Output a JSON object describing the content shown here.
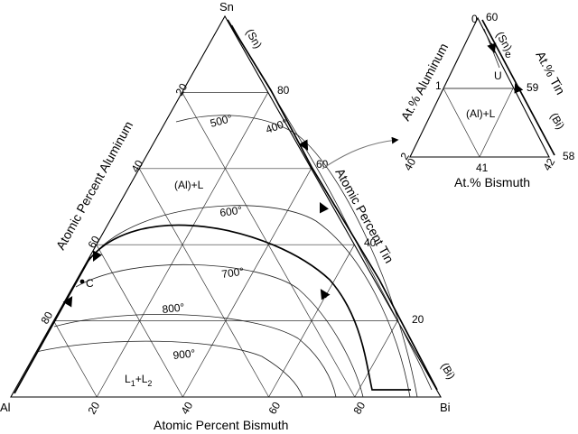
{
  "main": {
    "vertices": {
      "top": "Sn",
      "left": "Al",
      "right": "Bi"
    },
    "axis_titles": {
      "aluminum": "Atomic Percent Aluminum",
      "tin": "Atomic Percent Tin",
      "bismuth": "Atomic Percent Bismuth"
    },
    "ticks": {
      "aluminum": [
        "20",
        "40",
        "60",
        "80"
      ],
      "tin": [
        "80",
        "60",
        "40",
        "20"
      ],
      "bismuth": [
        "20",
        "40",
        "60",
        "80"
      ]
    },
    "isotherms": [
      "400°",
      "500°",
      "600°",
      "700°",
      "800°",
      "900°"
    ],
    "regions": {
      "al_liquid": "(Al)+L",
      "l1_l2_main": "L",
      "l1_sub": "1",
      "l1_plus": "+L",
      "l2_sub": "2"
    },
    "phases": {
      "sn": "(Sn)",
      "bi": "(Bi)"
    },
    "point_c": "C"
  },
  "inset": {
    "corner_top": "60",
    "corner_left_top": "0",
    "corner_right_bottom": "58",
    "corner_left_bottom": "40",
    "tick_al_mid": "1",
    "tick_tin_mid": "59",
    "tick_bi_mid": "41",
    "al_corner": "2",
    "bi_corner": "42",
    "axis_titles": {
      "aluminum": "At.% Aluminum",
      "tin": "At.% Tin",
      "bismuth": "At.% Bismuth"
    },
    "region": "(Al)+L",
    "phases": {
      "sn": "(Sn)",
      "bi": "(Bi)"
    },
    "point_e": "e",
    "point_u": "U"
  }
}
